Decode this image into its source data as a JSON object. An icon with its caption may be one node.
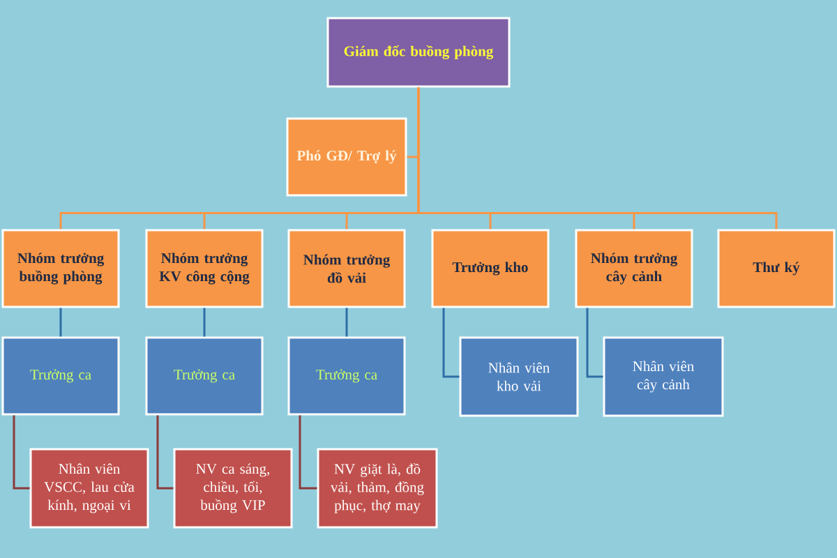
{
  "diagram": {
    "nodes": [
      {
        "text": [
          "Giám đốc buồng phòng"
        ]
      },
      {
        "text": [
          "Phó GĐ/ Trợ lý"
        ]
      },
      {
        "text": [
          "Nhóm trưởng buồng phòng"
        ]
      },
      {
        "text": [
          "Nhóm trưởng KV công cộng"
        ]
      },
      {
        "text": [
          "Nhóm trưởng đồ vải"
        ]
      },
      {
        "text": [
          "Trưởng kho"
        ]
      },
      {
        "text": [
          "Nhóm trưởng cây cảnh"
        ]
      },
      {
        "text": [
          "Thư ký"
        ]
      },
      {
        "text": [
          "Trưởng ca"
        ]
      },
      {
        "text": [
          "Trưởng ca"
        ]
      },
      {
        "text": [
          "Trưởng ca"
        ]
      },
      {
        "text": [
          "Nhân viên kho vải"
        ]
      },
      {
        "text": [
          "Nhân viên cây cảnh"
        ]
      },
      {
        "text": [
          "Nhân viên VSCC, lau cửa kính, ngoại vi"
        ]
      },
      {
        "text": [
          "NV ca sáng, chiều, tối, buồng VIP"
        ]
      },
      {
        "text": [
          "NV giặt là, đồ vải, thảm, đồng phục, thợ may"
        ]
      }
    ],
    "edges": [
      {
        "from": 0,
        "to": 1,
        "arrow": "none"
      },
      {
        "from": 0,
        "to": 2,
        "arrow": "none"
      },
      {
        "from": 0,
        "to": 3,
        "arrow": "none"
      },
      {
        "from": 0,
        "to": 4,
        "arrow": "none"
      },
      {
        "from": 0,
        "to": 5,
        "arrow": "none"
      },
      {
        "from": 0,
        "to": 6,
        "arrow": "none"
      },
      {
        "from": 0,
        "to": 7,
        "arrow": "none"
      },
      {
        "from": 2,
        "to": 8,
        "arrow": "none",
        "color": "#2e6da4"
      },
      {
        "from": 3,
        "to": 9,
        "arrow": "none",
        "color": "#2e6da4"
      },
      {
        "from": 4,
        "to": 10,
        "arrow": "none",
        "color": "#2e6da4"
      },
      {
        "from": 5,
        "to": 11,
        "arrow": "none",
        "color": "#2e6da4"
      },
      {
        "from": 6,
        "to": 12,
        "arrow": "none",
        "color": "#2e6da4"
      },
      {
        "from": 8,
        "to": 13,
        "arrow": "none",
        "color": "#8b3a3a"
      },
      {
        "from": 9,
        "to": 14,
        "arrow": "none",
        "color": "#8b3a3a"
      },
      {
        "from": 10,
        "to": 15,
        "arrow": "none",
        "color": "#8b3a3a"
      }
    ]
  }
}
